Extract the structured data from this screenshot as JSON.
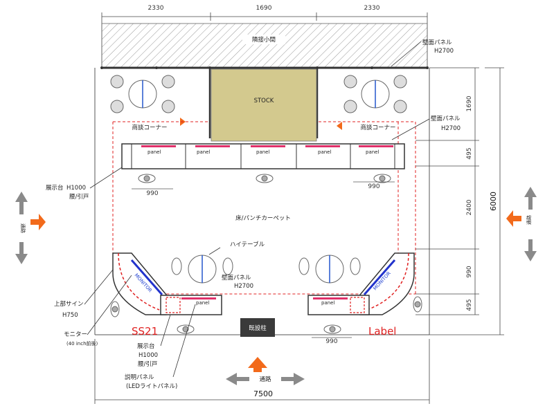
{
  "dimensions": {
    "top": [
      "2330",
      "1690",
      "2330"
    ],
    "right": [
      "1690",
      "495",
      "2400",
      "990",
      "495"
    ],
    "total_height": "6000",
    "total_width": "7500",
    "counter_width_left": "990",
    "counter_width_right": "990",
    "counter_width_bottom": "990"
  },
  "labels": {
    "adjacent_booth": "隣接小間",
    "stock": "STOCK",
    "wall_panel_top": "壁面パネル",
    "wall_panel_top_h": "H2700",
    "wall_panel_right": "壁面パネル",
    "wall_panel_right_h": "H2700",
    "wall_panel_center": "壁面パネル",
    "wall_panel_center_h": "H2700",
    "meeting_corner_left": "商談コーナー",
    "meeting_corner_right": "商談コーナー",
    "floor": "床/パンチカーペット",
    "high_table": "ハイテーブル",
    "display_left": "展示台",
    "display_left_h": "H1000",
    "display_left_note": "腰/引戸",
    "upper_sign": "上部サイン",
    "upper_sign_h": "H750",
    "monitor": "モニター",
    "monitor_note": "(40 inch前後)",
    "display_bottom": "展示台",
    "display_bottom_h": "H1000",
    "display_bottom_note": "腰/引戸",
    "explain_panel": "説明パネル",
    "explain_panel_note": "(LEDライトパネル)",
    "existing_pillar": "既設柱",
    "aisle_bottom": "通路",
    "aisle_left": "通路",
    "aisle_right": "通路",
    "panel": "panel",
    "monitor_tag": "MONITOR",
    "ss21": "SS21",
    "label_text": "Label"
  },
  "colors": {
    "stock_fill": "#d3c98e",
    "arrow_orange": "#f26a1b",
    "arrow_gray": "#8a8a8a",
    "red_line": "#e02020",
    "pink_strip": "#e0306a",
    "monitor_blue": "#2233cc"
  }
}
